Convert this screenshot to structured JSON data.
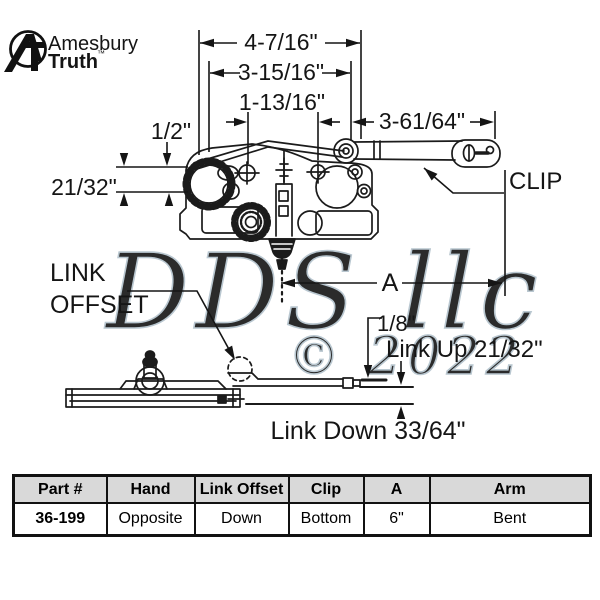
{
  "brand": {
    "name_line1": "Amesbury",
    "name_line2": "Truth",
    "trademark": "™"
  },
  "diagram_labels": {
    "dim_width_outer": "4-7/16\"",
    "dim_width_mid": "3-15/16\"",
    "dim_width_inner": "1-13/16\"",
    "dim_arm": "3-61/64\"",
    "dim_half": "1/2\"",
    "dim_21_32": "21/32\"",
    "clip": "CLIP",
    "link_offset_line1": "LINK",
    "link_offset_line2": "OFFSET",
    "dim_a": "A",
    "dim_eighth": "1/8\"",
    "link_up": "Link Up 21/32\"",
    "link_down": "Link Down 33/64\""
  },
  "watermark": {
    "text": "DDS llc",
    "year": "© 2022"
  },
  "table": {
    "headers": [
      "Part #",
      "Hand",
      "Link Offset",
      "Clip",
      "A",
      "Arm"
    ],
    "row": [
      "36-199",
      "Opposite",
      "Down",
      "Bottom",
      "6\"",
      "Bent"
    ]
  },
  "colors": {
    "line": "#1b1b1b",
    "table_header_bg": "#d9d9d9",
    "watermark_fill": "#e9eef2",
    "watermark_stroke": "#b2c1cb"
  }
}
